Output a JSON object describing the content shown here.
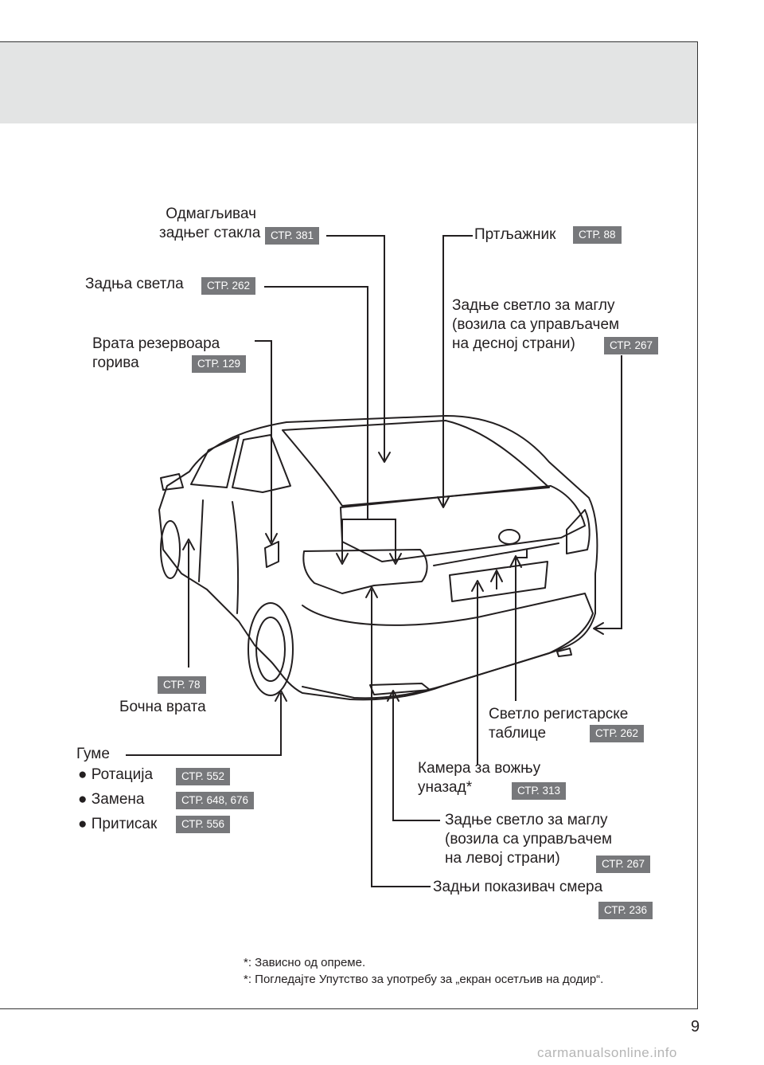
{
  "page_number": "9",
  "labels": {
    "rear_defogger": "Одмагљивач\nзадњег стакла",
    "tail_lights": "Задња светла",
    "fuel_door": "Врата резервоара\nгорива",
    "trunk": "Пртљажник",
    "rear_fog_right": "Задње светло за маглу\n(возила са управљачем\nна десној страни)",
    "side_doors": "Бочна врата",
    "tires": "Гуме",
    "tire_rotation": "● Ротација",
    "tire_replace": "● Замена",
    "tire_pressure": "● Притисак",
    "plate_light": "Светло регистарске\nтаблице",
    "camera": "Камера за вожњу\nуназад*",
    "rear_fog_left": "Задње светло за маглу\n(возила са управљачем\nна левој страни)",
    "turn_signal": "Задњи показивач смера"
  },
  "refs": {
    "rear_defogger": "СТР. 381",
    "tail_lights": "СТР. 262",
    "fuel_door": "СТР. 129",
    "trunk": "СТР. 88",
    "rear_fog_right": "СТР. 267",
    "side_doors": "СТР. 78",
    "tire_rotation": "СТР. 552",
    "tire_replace": "СТР. 648, 676",
    "tire_pressure": "СТР. 556",
    "plate_light": "СТР. 262",
    "camera": "СТР. 313",
    "rear_fog_left": "СТР. 267",
    "turn_signal": "СТР. 236"
  },
  "notes": {
    "note1": "*: Зависно од опреме.",
    "note2": "*: Погледајте Упутство за употребу за „екран осетљив на додир“."
  },
  "watermark": "carmanualsonline.info"
}
